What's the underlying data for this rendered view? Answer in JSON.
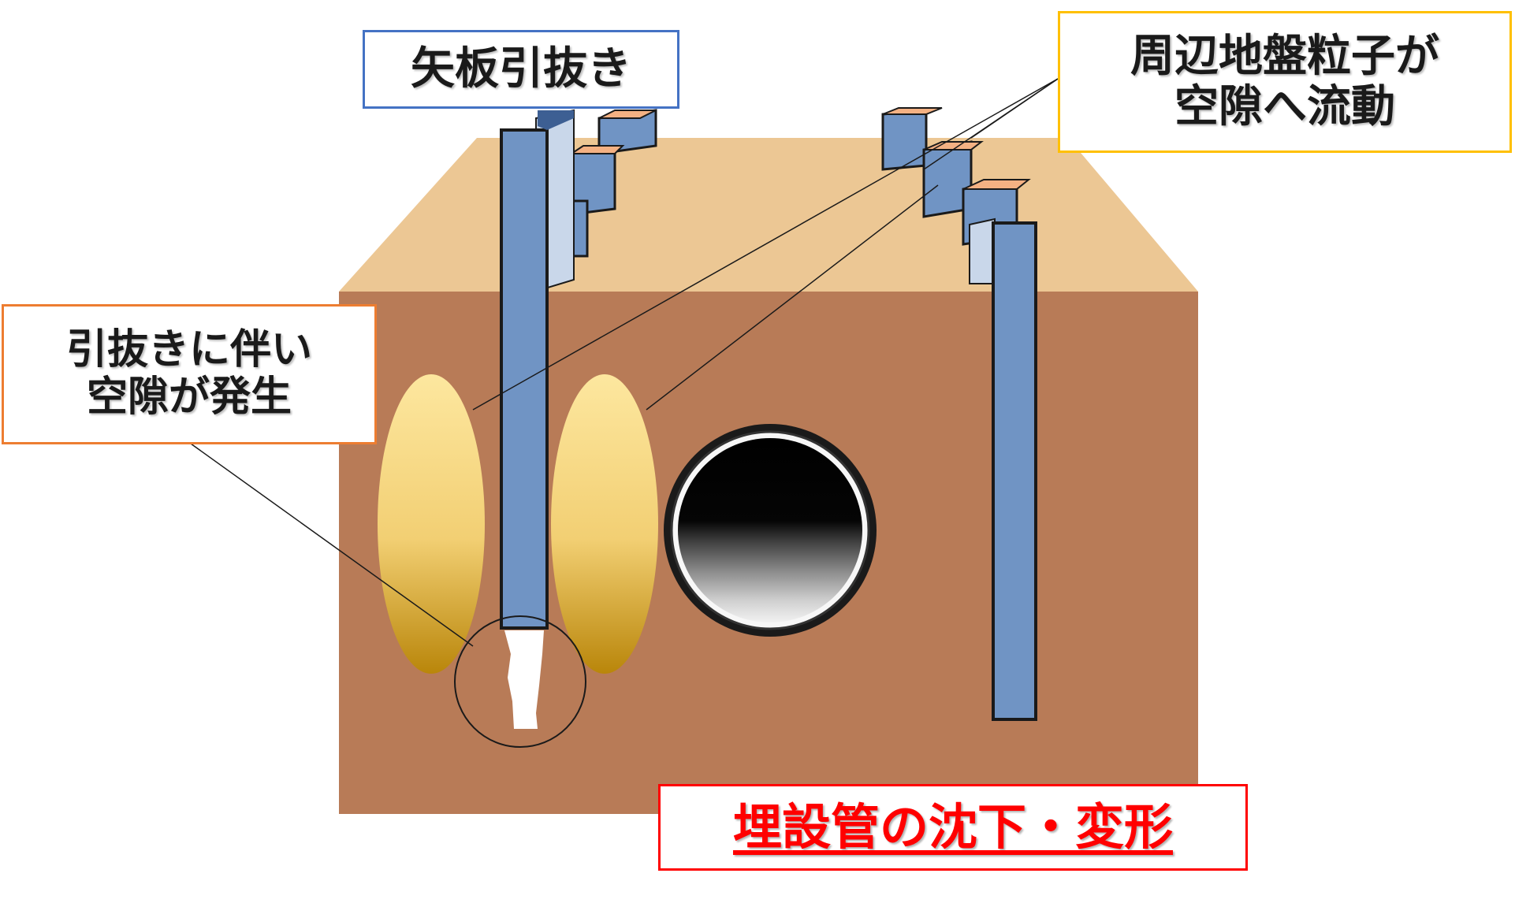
{
  "labels": {
    "sheet_pile_extraction": "矢板引抜き",
    "soil_flow_line1": "周辺地盤粒子が",
    "soil_flow_line2": "空隙へ流動",
    "void_line1": "引抜きに伴い",
    "void_line2": "空隙が発生",
    "settlement": "埋設管の沈下・変形"
  },
  "colors": {
    "ground_top": "#ecc794",
    "ground_front": "#b87b57",
    "sheet_pile": "#7094c4",
    "sheet_pile_light": "#c9d7ea",
    "void_light": "#fbe39a",
    "void_dark": "#b9860a",
    "box_blue": "#4472c4",
    "box_yellow": "#ffc000",
    "box_orange": "#ed7d31",
    "box_red": "#ff0000"
  },
  "icons": [
    "sheet-pile-icon",
    "buried-pipe-icon",
    "void-zone-icon",
    "callout-line-icon"
  ]
}
